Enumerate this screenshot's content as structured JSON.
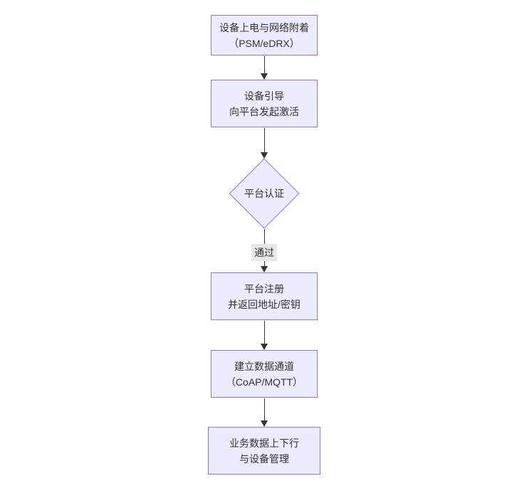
{
  "diagram": {
    "type": "flowchart",
    "direction": "top-down",
    "colors": {
      "background": "#ffffff",
      "node_fill": "#ECECFF",
      "node_border": "#9370DB",
      "text_color": "#333333",
      "arrow_color": "#333333",
      "edge_label_bg": "#e8e8e8"
    },
    "nodes": [
      {
        "id": "A",
        "shape": "rect",
        "line1": "设备上电与网络附着",
        "line2": "（PSM/eDRX）"
      },
      {
        "id": "B",
        "shape": "rect",
        "line1": "设备引导",
        "line2": "向平台发起激活"
      },
      {
        "id": "C",
        "shape": "diamond",
        "line1": "平台认证",
        "line2": ""
      },
      {
        "id": "D",
        "shape": "rect",
        "line1": "平台注册",
        "line2": "并返回地址/密钥"
      },
      {
        "id": "E",
        "shape": "rect",
        "line1": "建立数据通道",
        "line2": "（CoAP/MQTT）"
      },
      {
        "id": "F",
        "shape": "rect",
        "line1": "业务数据上下行",
        "line2": "与设备管理"
      }
    ],
    "edges": [
      {
        "from": "A",
        "to": "B",
        "label": ""
      },
      {
        "from": "B",
        "to": "C",
        "label": ""
      },
      {
        "from": "C",
        "to": "D",
        "label": "通过"
      },
      {
        "from": "D",
        "to": "E",
        "label": ""
      },
      {
        "from": "E",
        "to": "F",
        "label": ""
      }
    ]
  }
}
